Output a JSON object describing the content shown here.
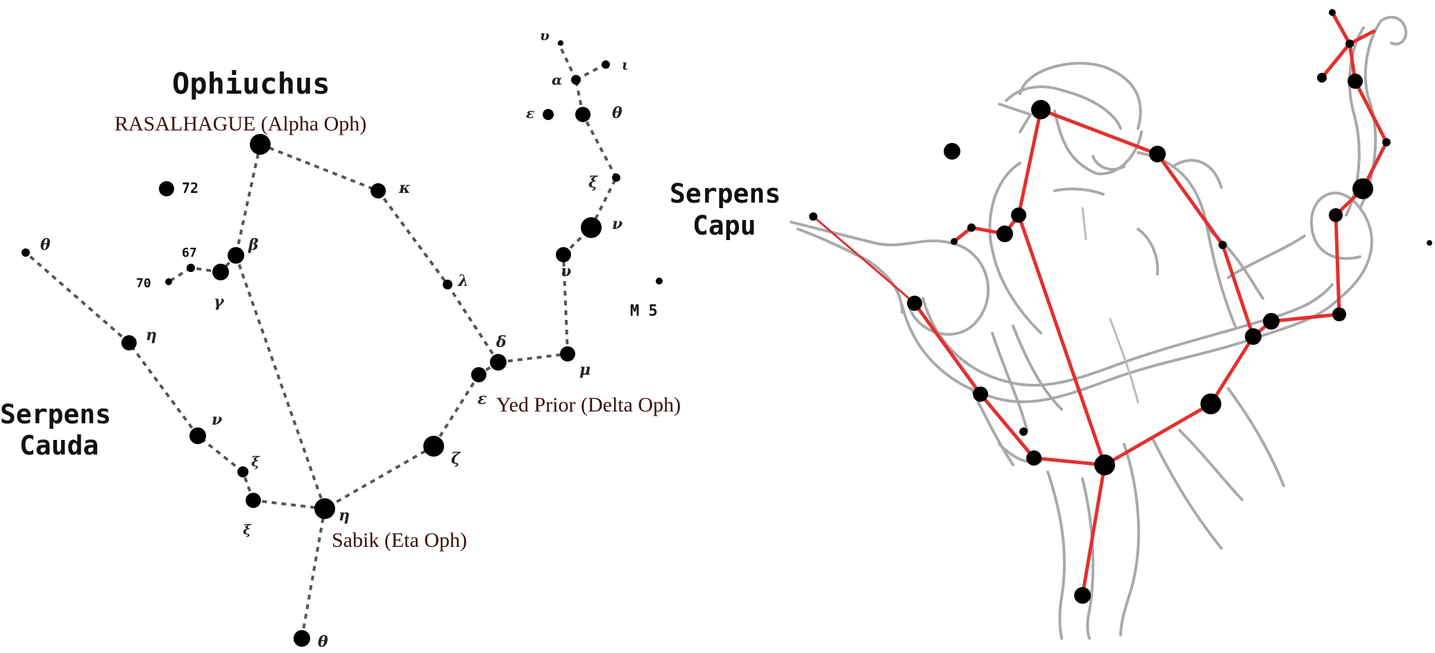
{
  "left_chart": {
    "constellation_title": "Ophiuchus",
    "region_label_line1": "Serpens",
    "region_label_line2": "Cauda",
    "star_labels": {
      "rasalhague": "RASALHAGUE (Alpha Oph)",
      "yed_prior": "Yed Prior (Delta Oph)",
      "sabik": "Sabik (Eta Oph)"
    },
    "catalog_labels": {
      "n72": "72",
      "n67": "67",
      "n70": "70",
      "m5": "M 5"
    },
    "greek_labels": {
      "kappa": "κ",
      "beta": "β",
      "gamma": "γ",
      "lambda": "λ",
      "delta": "δ",
      "epsilon": "ε",
      "mu": "μ",
      "zeta": "ζ",
      "eta": "η",
      "theta": "θ",
      "alpha_ser": "α",
      "epsilon_ser": "ε",
      "iota": "ι",
      "upsilon": "υ",
      "nu": "ν",
      "xi": "ξ",
      "theta_ser": "θ",
      "eta_ser": "η",
      "xi_ser": "ξ",
      "nu_ser": "ν"
    }
  },
  "right_chart": {
    "region_label_line1": "Serpens",
    "region_label_line2": "Capu"
  },
  "colors": {
    "background": "#ffffff",
    "star": "#000000",
    "dashed_line": "#555555",
    "stick_figure_line": "#e2302f",
    "drawing_outline": "#a9a9a9",
    "annotation_text": "#3a0d0d"
  }
}
